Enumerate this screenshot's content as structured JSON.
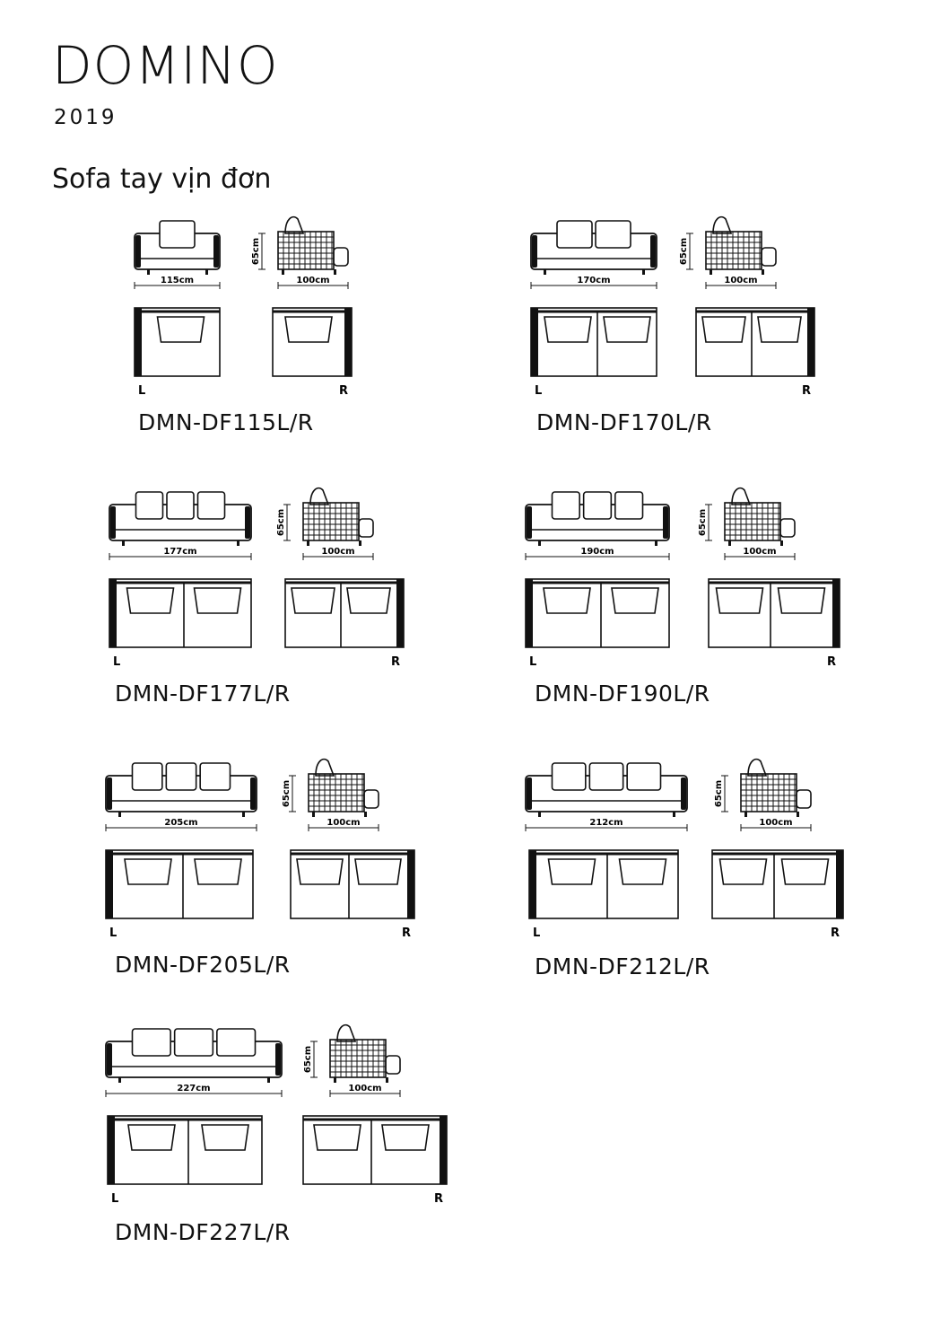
{
  "header": {
    "brand": "DOMINO",
    "year": "2019",
    "subtitle": "Sofa tay vịn đơn"
  },
  "labels": {
    "depth": "65cm",
    "side": "100cm",
    "left": "L",
    "right": "R"
  },
  "products": [
    {
      "model": "DMN-DF115L/R",
      "width": "115cm",
      "seats": 1,
      "back_cushions": 1
    },
    {
      "model": "DMN-DF170L/R",
      "width": "170cm",
      "seats": 2,
      "back_cushions": 2
    },
    {
      "model": "DMN-DF177L/R",
      "width": "177cm",
      "seats": 2,
      "back_cushions": 3
    },
    {
      "model": "DMN-DF190L/R",
      "width": "190cm",
      "seats": 2,
      "back_cushions": 3
    },
    {
      "model": "DMN-DF205L/R",
      "width": "205cm",
      "seats": 2,
      "back_cushions": 3
    },
    {
      "model": "DMN-DF212L/R",
      "width": "212cm",
      "seats": 2,
      "back_cushions": 3
    },
    {
      "model": "DMN-DF227L/R",
      "width": "227cm",
      "seats": 2,
      "back_cushions": 3
    }
  ]
}
